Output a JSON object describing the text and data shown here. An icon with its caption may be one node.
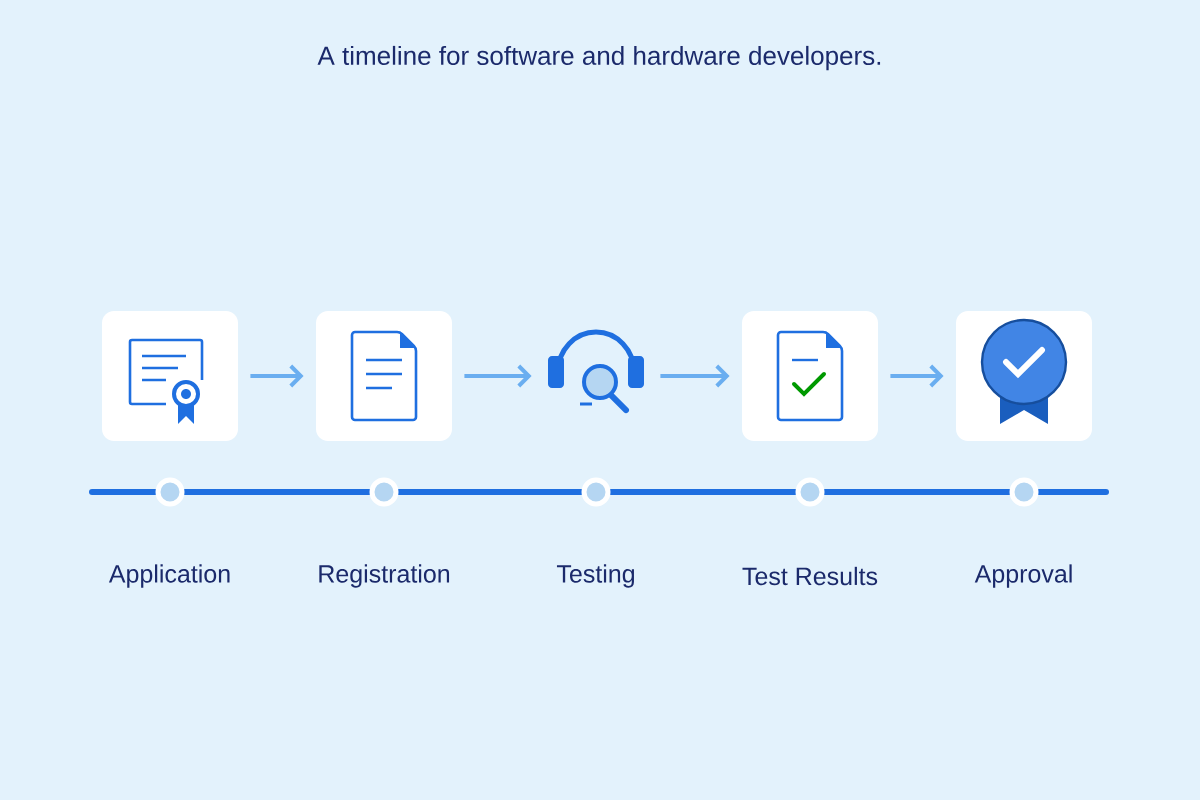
{
  "diagram": {
    "title": "A timeline for software and hardware developers.",
    "nodes": [
      {
        "text": [],
        "shape": "box"
      },
      {
        "text": [],
        "shape": "box"
      },
      {
        "text": [],
        "shape": "headset"
      },
      {
        "text": [],
        "shape": "box"
      },
      {
        "text": [],
        "shape": "box"
      }
    ],
    "labels": [
      "Application",
      "Registration",
      "Testing",
      "Test Results",
      "Approval"
    ],
    "edges": [
      {
        "from": 0,
        "to": 1,
        "arrow": "to"
      },
      {
        "from": 1,
        "to": 2,
        "arrow": "to"
      },
      {
        "from": 2,
        "to": 3,
        "arrow": "to"
      },
      {
        "from": 3,
        "to": 4,
        "arrow": "to"
      }
    ]
  }
}
